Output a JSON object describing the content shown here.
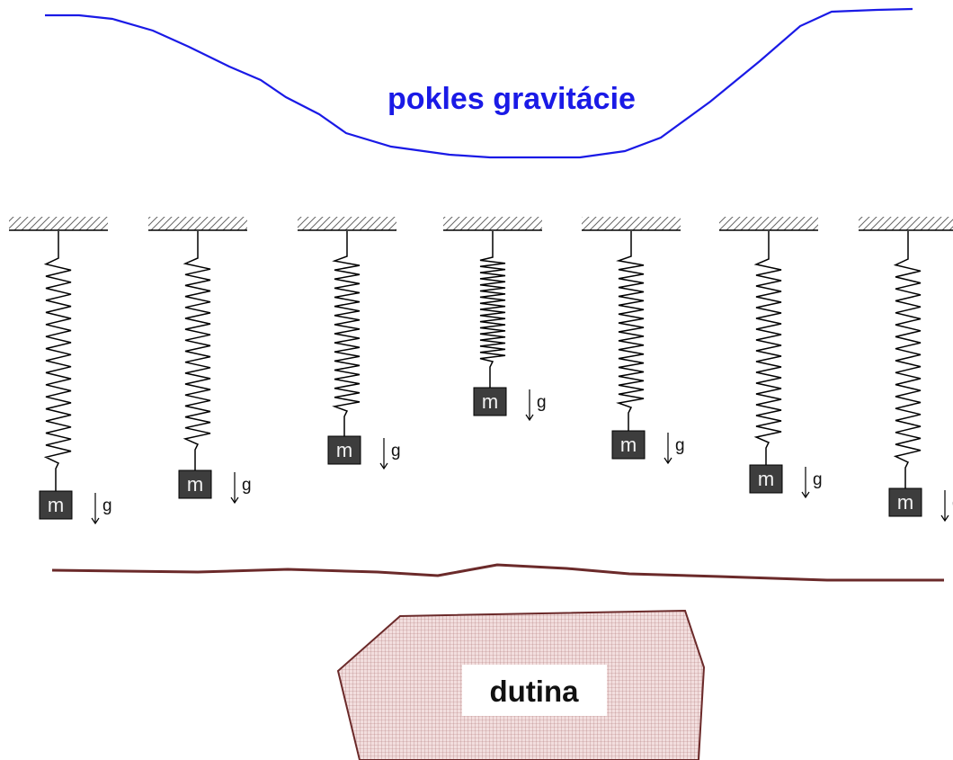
{
  "title": "pokles gravitácie",
  "cavity": {
    "label": "dutina"
  },
  "mass_label": "m",
  "gravity_label": "g",
  "colors": {
    "gravity_curve": "#1a1ae6",
    "ground": "#6b2a2a",
    "cavity_outline": "#6b2a2a",
    "cavity_fill": "#f2dede",
    "mass_block": "#3d3d3d"
  },
  "spring_count": 7
}
